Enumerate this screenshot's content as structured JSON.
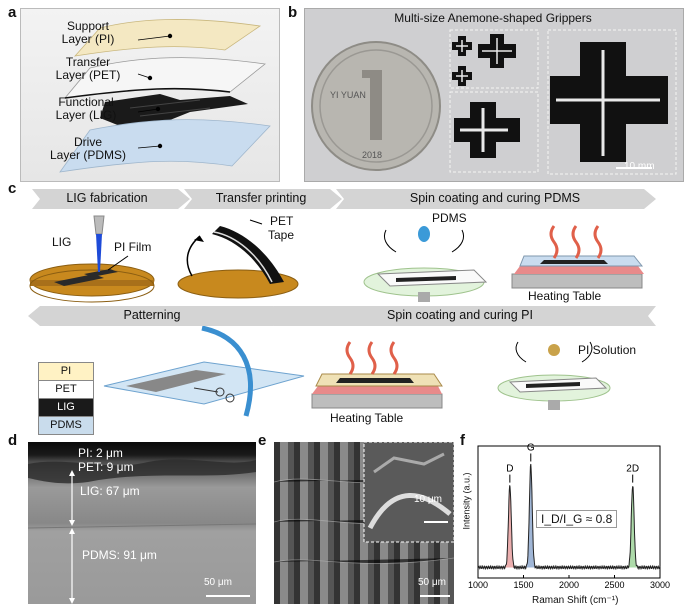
{
  "panel_a": {
    "letter": "a",
    "layers": [
      {
        "line1": "Support",
        "line2": "Layer (PI)"
      },
      {
        "line1": "Transfer",
        "line2": "Layer (PET)"
      },
      {
        "line1": "Functional",
        "line2": "Layer (LIG)"
      },
      {
        "line1": "Drive",
        "line2": "Layer (PDMS)"
      }
    ]
  },
  "panel_b": {
    "letter": "b",
    "title": "Multi-size Anemone-shaped Grippers",
    "scale": "10 mm",
    "coin_year": "2018",
    "coin_value": "YI YUAN"
  },
  "panel_c": {
    "letter": "c",
    "steps_top": [
      "LIG fabrication",
      "Transfer printing",
      "Spin coating and curing PDMS"
    ],
    "steps_bottom": [
      "Patterning",
      "Spin coating and curing PI"
    ],
    "labels": {
      "lig": "LIG",
      "pi_film": "PI Film",
      "pet_tape_1": "PET",
      "pet_tape_2": "Tape",
      "pdms": "PDMS",
      "heating_table_1": "Heating Table",
      "heating_table_2": "Heating Table",
      "pi_solution": "PI Solution"
    },
    "stack": [
      "PI",
      "PET",
      "LIG",
      "PDMS"
    ],
    "colors": {
      "pi": "#fff2c4",
      "pet": "#ffffff",
      "lig": "#1a1a1a",
      "pdms": "#c9dcec",
      "orange_disk": "#c8891e",
      "arrow_bar": "#d4d4d4"
    }
  },
  "panel_d": {
    "letter": "d",
    "labels": [
      "PI: 2 μm",
      "PET: 9 μm",
      "LIG: 67 μm",
      "PDMS: 91 μm"
    ],
    "scale": "50 μm"
  },
  "panel_e": {
    "letter": "e",
    "inset_scale": "10 μm",
    "scale": "50 μm"
  },
  "panel_f": {
    "letter": "f",
    "xlabel": "Raman Shift (cm⁻¹)",
    "ylabel": "Intensity (a.u.)",
    "peak_labels": [
      "D",
      "G",
      "2D"
    ],
    "ratio_label": "I_D/I_G ≈ 0.8",
    "x_ticks": [
      "1000",
      "1500",
      "2000",
      "2500",
      "3000"
    ]
  },
  "chart_data": {
    "type": "line",
    "xlabel": "Raman Shift (cm⁻¹)",
    "ylabel": "Intensity (a.u.)",
    "xlim": [
      1000,
      3000
    ],
    "ylim": [
      0,
      1
    ],
    "x_ticks": [
      1000,
      1500,
      2000,
      2500,
      3000
    ],
    "peaks": [
      {
        "name": "D",
        "x": 1350,
        "y": 0.62,
        "color": "#e8a0a0"
      },
      {
        "name": "G",
        "x": 1580,
        "y": 0.78,
        "color": "#8fa9cf"
      },
      {
        "name": "2D",
        "x": 2700,
        "y": 0.62,
        "color": "#9fd39a"
      }
    ],
    "annotation": "I_D/I_G ≈ 0.8"
  }
}
